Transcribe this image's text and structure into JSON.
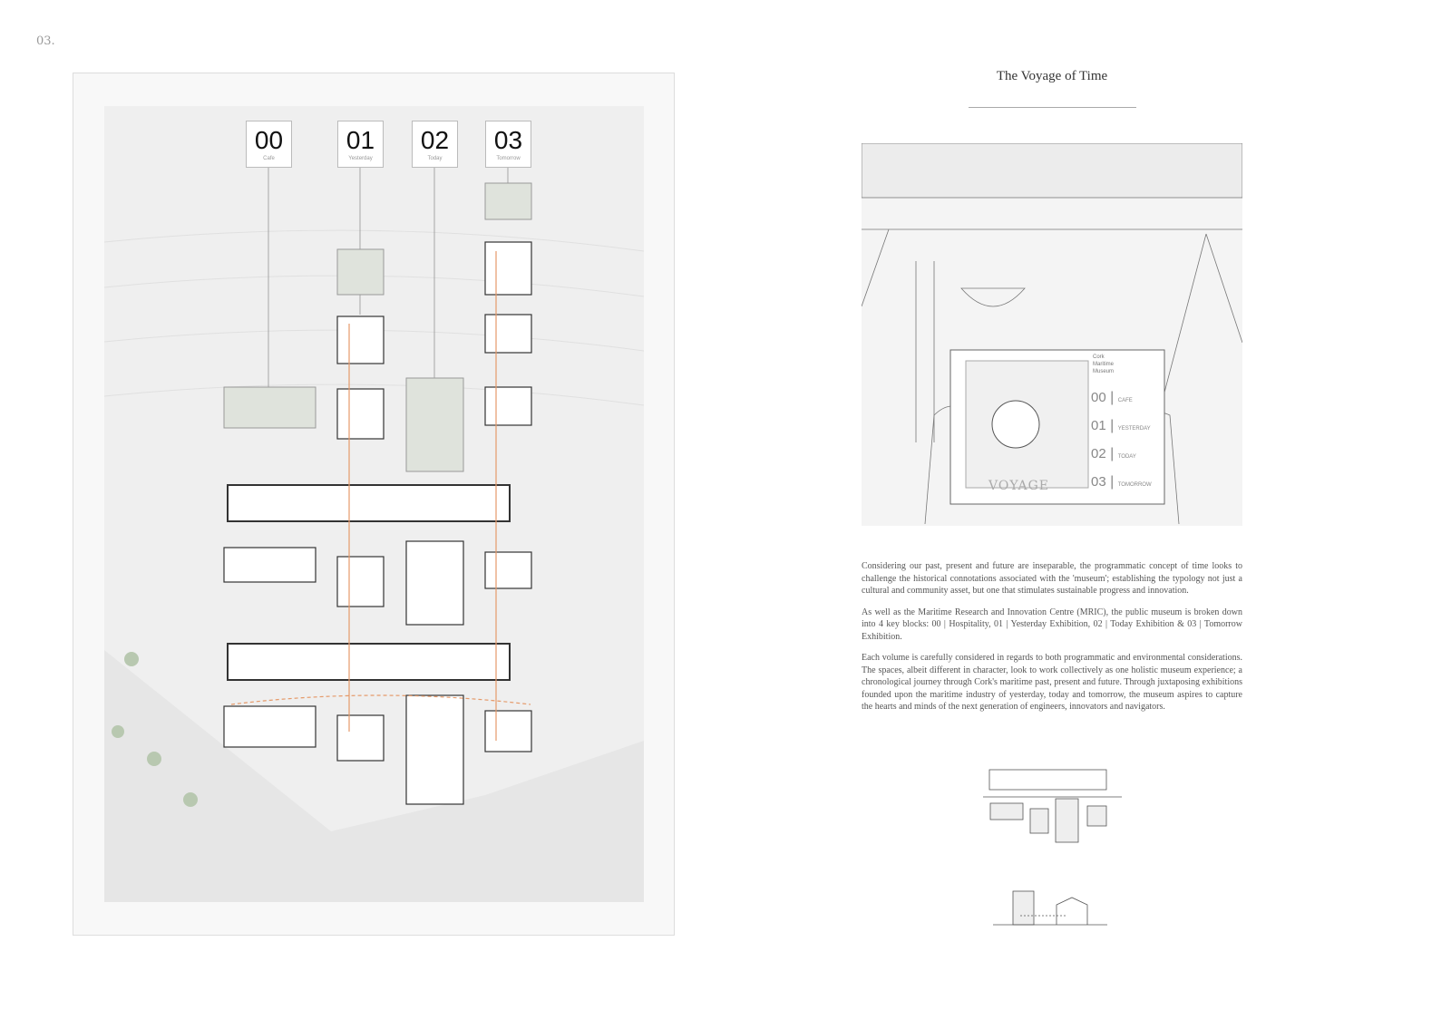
{
  "page_number": "03.",
  "plan": {
    "blocks": [
      {
        "num": "00",
        "name": "Cafe"
      },
      {
        "num": "01",
        "name": "Yesterday"
      },
      {
        "num": "02",
        "name": "Today"
      },
      {
        "num": "03",
        "name": "Tomorrow"
      }
    ]
  },
  "title": "The Voyage of  Time",
  "illustration": {
    "brand": [
      "Cork",
      "Maritime",
      "Museum"
    ],
    "menu": [
      {
        "num": "00",
        "label": "CAFE"
      },
      {
        "num": "01",
        "label": "YESTERDAY"
      },
      {
        "num": "02",
        "label": "TODAY"
      },
      {
        "num": "03",
        "label": "TOMORROW"
      }
    ],
    "poster": "VOYAGE"
  },
  "paragraphs": [
    "Considering our past, present and future are inseparable, the programmatic concept of time looks to challenge the historical connotations associated with the 'museum'; establishing the typology not just a cultural and community asset, but one that stimulates sustainable progress and innovation.",
    "As well as the Maritime Research and Innovation Centre (MRIC), the public museum is broken down into 4 key blocks: 00 | Hospitality, 01 | Yesterday Exhibition, 02 | Today Exhibition & 03 | Tomorrow Exhibition.",
    "Each volume is carefully considered in regards to both programmatic and environmental considerations. The spaces, albeit different in character, look to work collectively as one holistic museum experience; a chronological journey through Cork's maritime past, present and future. Through juxtaposing exhibitions founded upon the maritime industry of yesterday, today and tomorrow, the museum aspires to capture the hearts and minds of the next generation of engineers, innovators and navigators."
  ]
}
